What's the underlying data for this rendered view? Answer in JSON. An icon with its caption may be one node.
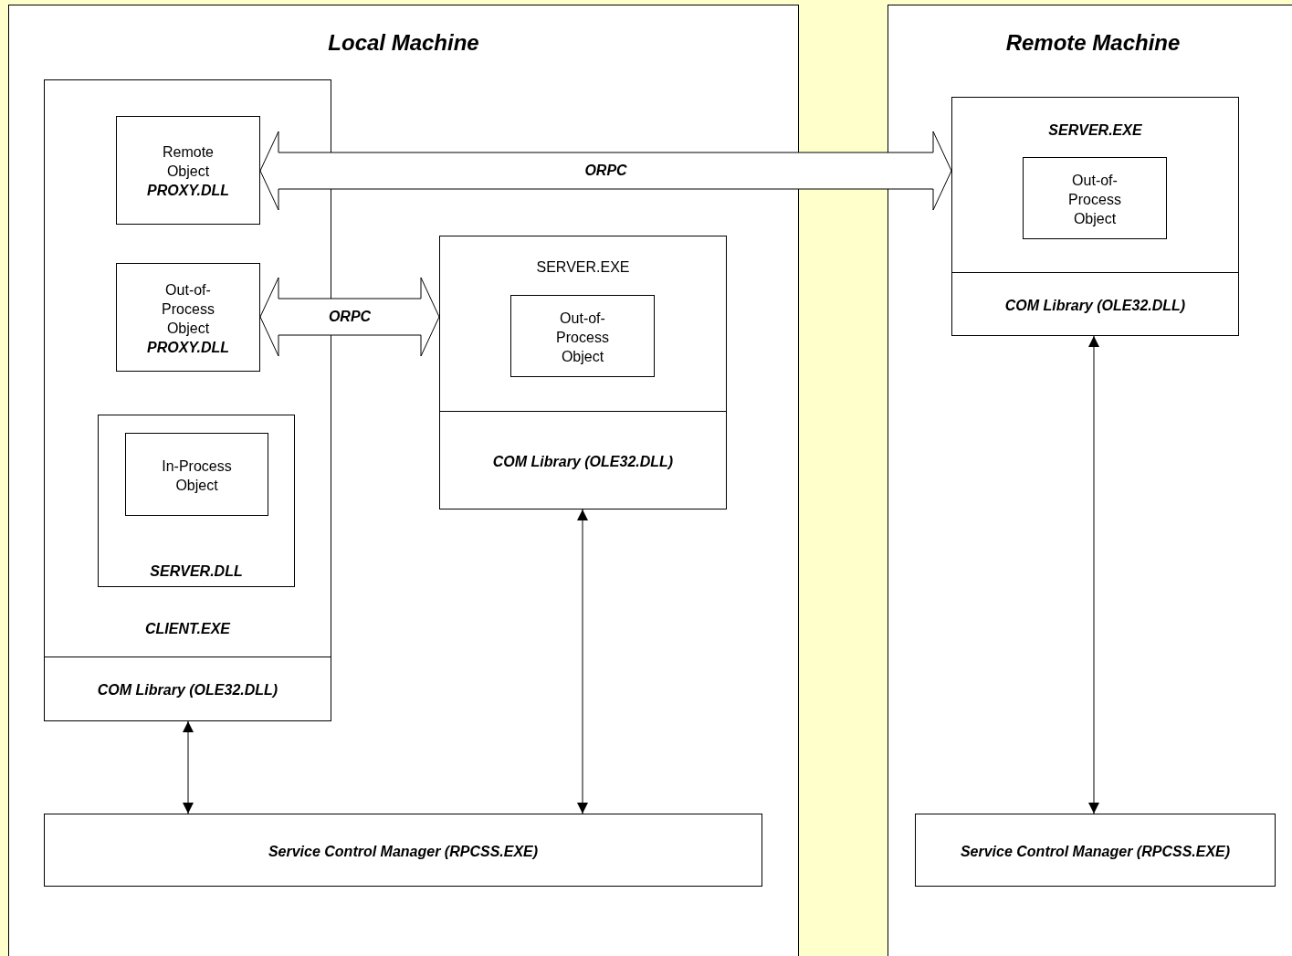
{
  "diagram": {
    "nodes": [
      {
        "text": [
          "Local Machine"
        ]
      },
      {
        "text": [
          "CLIENT.EXE"
        ],
        "in": 0
      },
      {
        "text": [
          "Remote Object",
          "PROXY.DLL"
        ],
        "in": 1
      },
      {
        "text": [
          "Out-of-Process Object",
          "PROXY.DLL"
        ],
        "in": 1
      },
      {
        "text": [
          "SERVER.DLL"
        ],
        "in": 1
      },
      {
        "text": [
          "In-Process Object"
        ],
        "in": 4
      },
      {
        "text": [
          "COM Library (OLE32.DLL)"
        ],
        "in": 1
      },
      {
        "text": [
          "SERVER.EXE"
        ],
        "in": 0
      },
      {
        "text": [
          "Out-of-Process Object"
        ],
        "in": 7
      },
      {
        "text": [
          "COM Library (OLE32.DLL)"
        ],
        "in": 7
      },
      {
        "text": [
          "Service Control Manager (RPCSS.EXE)"
        ],
        "in": 0
      },
      {
        "text": [
          "Remote Machine"
        ]
      },
      {
        "text": [
          "SERVER.EXE"
        ],
        "in": 11
      },
      {
        "text": [
          "Out-of-Process Object"
        ],
        "in": 12
      },
      {
        "text": [
          "COM Library (OLE32.DLL)"
        ],
        "in": 12
      },
      {
        "text": [
          "Service Control Manager (RPCSS.EXE)"
        ],
        "in": 11
      }
    ],
    "edges": [
      {
        "from": 2,
        "to": 12,
        "arrow": "both",
        "label": "ORPC",
        "style": "thick"
      },
      {
        "from": 3,
        "to": 7,
        "arrow": "both",
        "label": "ORPC",
        "style": "thick"
      },
      {
        "from": 6,
        "to": 10,
        "arrow": "both"
      },
      {
        "from": 9,
        "to": 10,
        "arrow": "both"
      },
      {
        "from": 14,
        "to": 15,
        "arrow": "both"
      }
    ]
  }
}
